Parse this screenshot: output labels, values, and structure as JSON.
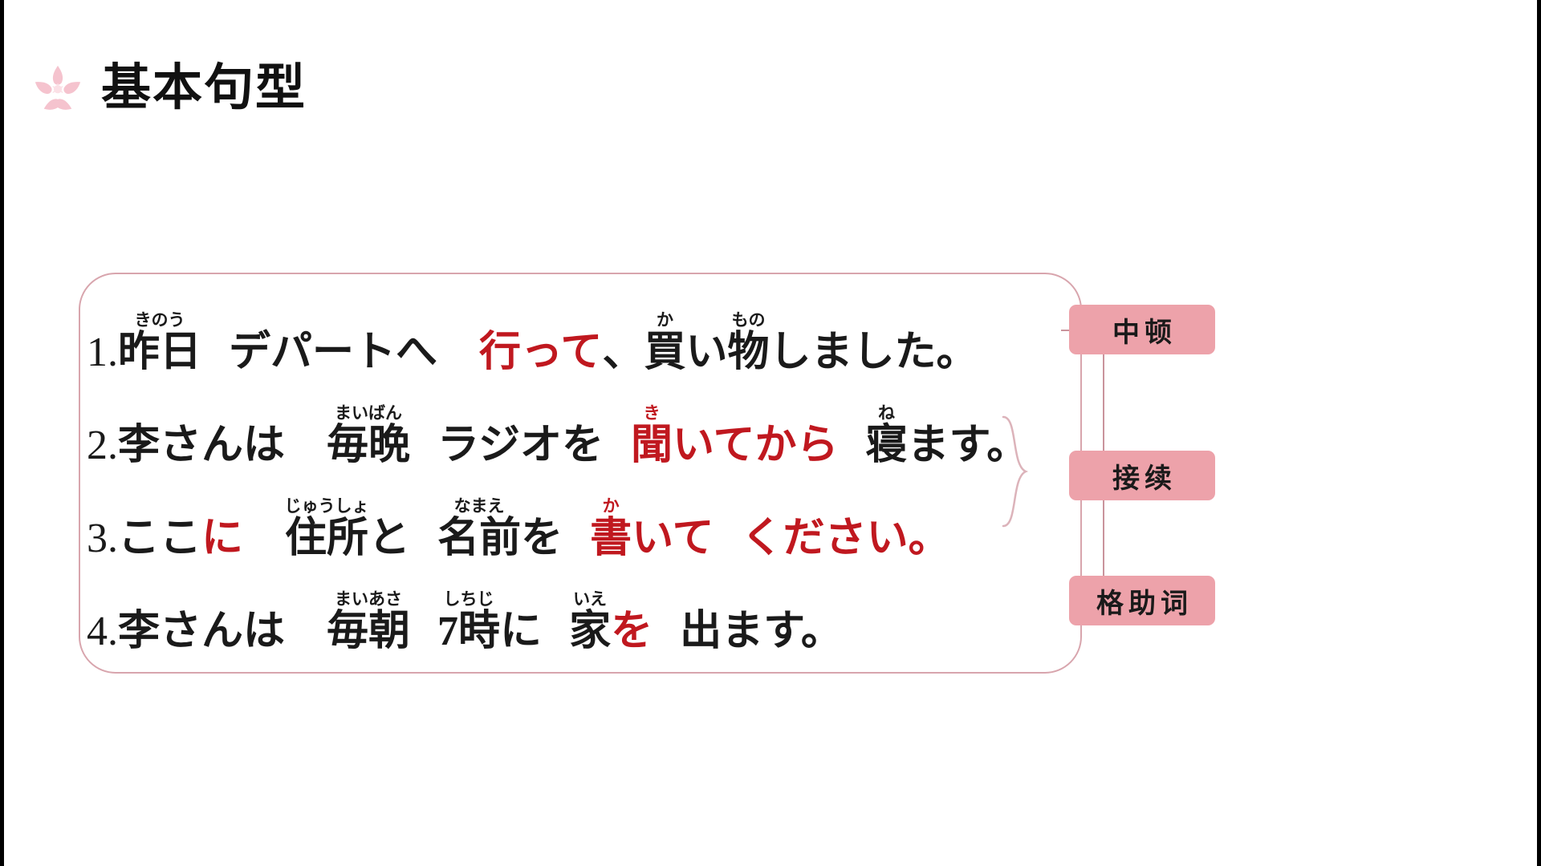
{
  "slide": {
    "title": "基本句型",
    "icon": "sakura-flower-icon",
    "accent_pink": "#eda2aa",
    "border_pink": "#d8a5ad",
    "highlight_red": "#c0181f",
    "text_black": "#1a1a1a"
  },
  "sentences": [
    {
      "number": "1.",
      "tokens": [
        {
          "base": "昨日",
          "furi": "きのう",
          "red": false
        },
        {
          "base": "デパートへ",
          "furi": "",
          "red": false
        },
        {
          "base": "行って",
          "furi": "",
          "red": true
        },
        {
          "base": "、",
          "furi": "",
          "red": false
        },
        {
          "base": "買",
          "furi": "か",
          "red": false
        },
        {
          "base": "い",
          "furi": "",
          "red": false
        },
        {
          "base": "物",
          "furi": "もの",
          "red": false
        },
        {
          "base": "しました。",
          "furi": "",
          "red": false
        }
      ],
      "plain": "1.昨日　デパートへ　行って、買い物しました。"
    },
    {
      "number": "2.",
      "tokens": [
        {
          "base": "李さんは",
          "furi": "",
          "red": false
        },
        {
          "base": "毎晩",
          "furi": "まいばん",
          "red": false
        },
        {
          "base": "ラジオを",
          "furi": "",
          "red": false
        },
        {
          "base": "聞",
          "furi": "き",
          "red": true
        },
        {
          "base": "いてから",
          "furi": "",
          "red": true
        },
        {
          "base": "寝",
          "furi": "ね",
          "red": false
        },
        {
          "base": "ます。",
          "furi": "",
          "red": false
        }
      ],
      "plain": "2.李さんは　毎晩　ラジオを　聞いてから　寝ます。"
    },
    {
      "number": "3.",
      "tokens": [
        {
          "base": "ここ",
          "furi": "",
          "red": false
        },
        {
          "base": "に",
          "furi": "",
          "red": true
        },
        {
          "base": "住所",
          "furi": "じゅうしょ",
          "red": false
        },
        {
          "base": "と",
          "furi": "",
          "red": false
        },
        {
          "base": "名前",
          "furi": "なまえ",
          "red": false
        },
        {
          "base": "を",
          "furi": "",
          "red": false
        },
        {
          "base": "書",
          "furi": "か",
          "red": true
        },
        {
          "base": "いて",
          "furi": "",
          "red": true
        },
        {
          "base": "ください。",
          "furi": "",
          "red": true
        }
      ],
      "plain": "3.ここに　住所と　名前を　書いて　ください。"
    },
    {
      "number": "4.",
      "tokens": [
        {
          "base": "李さんは",
          "furi": "",
          "red": false
        },
        {
          "base": "毎朝",
          "furi": "まいあさ",
          "red": false
        },
        {
          "base": "7時",
          "furi": "しちじ",
          "red": false
        },
        {
          "base": "に",
          "furi": "",
          "red": false
        },
        {
          "base": "家",
          "furi": "いえ",
          "red": false
        },
        {
          "base": "を",
          "furi": "",
          "red": true
        },
        {
          "base": "出ます。",
          "furi": "",
          "red": false
        }
      ],
      "plain": "4.李さんは　毎朝　7時に　家を　出ます。"
    }
  ],
  "tags": [
    {
      "label": "中顿"
    },
    {
      "label": "接续"
    },
    {
      "label": "格助词"
    }
  ]
}
